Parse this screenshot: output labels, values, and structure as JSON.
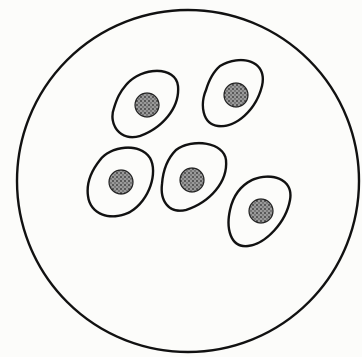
{
  "diagram": {
    "style": "black ink line drawing on white",
    "colors": {
      "ink": "#111111",
      "nucleus_fill": "#7a7a7a",
      "background": "#fcfcfa"
    },
    "outer_boundary": {
      "shape": "circle",
      "label": ""
    },
    "cells": [
      {
        "id": "cell-1"
      },
      {
        "id": "cell-2"
      },
      {
        "id": "cell-3"
      },
      {
        "id": "cell-4"
      },
      {
        "id": "cell-5"
      }
    ]
  }
}
